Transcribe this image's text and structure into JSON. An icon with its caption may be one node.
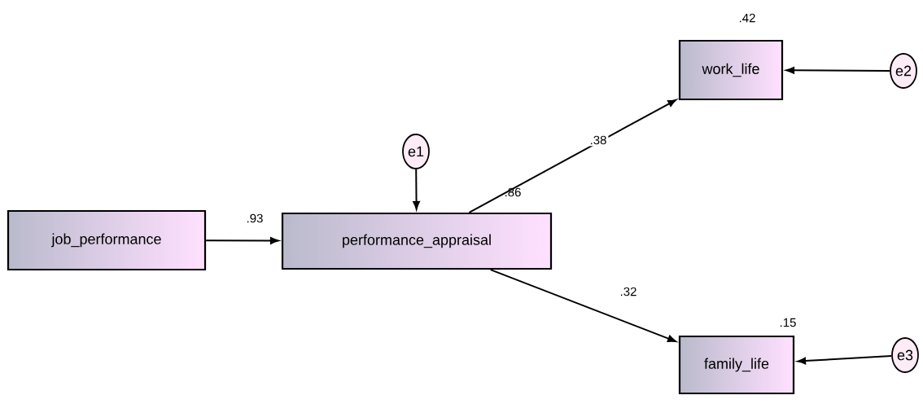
{
  "diagram": {
    "nodes": [
      {
        "text": [
          "job_performance"
        ]
      },
      {
        "text": [
          "performance_appraisal"
        ],
        "beside": [
          ".86"
        ]
      },
      {
        "text": [
          "e1"
        ]
      },
      {
        "text": [
          "work_life"
        ],
        "beside": [
          ".42"
        ]
      },
      {
        "text": [
          "e2"
        ]
      },
      {
        "text": [
          "family_life"
        ],
        "beside": [
          ".15"
        ]
      },
      {
        "text": [
          "e3"
        ]
      }
    ],
    "edges": [
      {
        "from": 0,
        "to": 1,
        "arrow": "to",
        "label": ".93"
      },
      {
        "from": 2,
        "to": 1,
        "arrow": "to"
      },
      {
        "from": 1,
        "to": 3,
        "arrow": "to",
        "label": ".38"
      },
      {
        "from": 1,
        "to": 5,
        "arrow": "to",
        "label": ".32"
      },
      {
        "from": 4,
        "to": 3,
        "arrow": "to"
      },
      {
        "from": 6,
        "to": 5,
        "arrow": "to"
      }
    ]
  }
}
